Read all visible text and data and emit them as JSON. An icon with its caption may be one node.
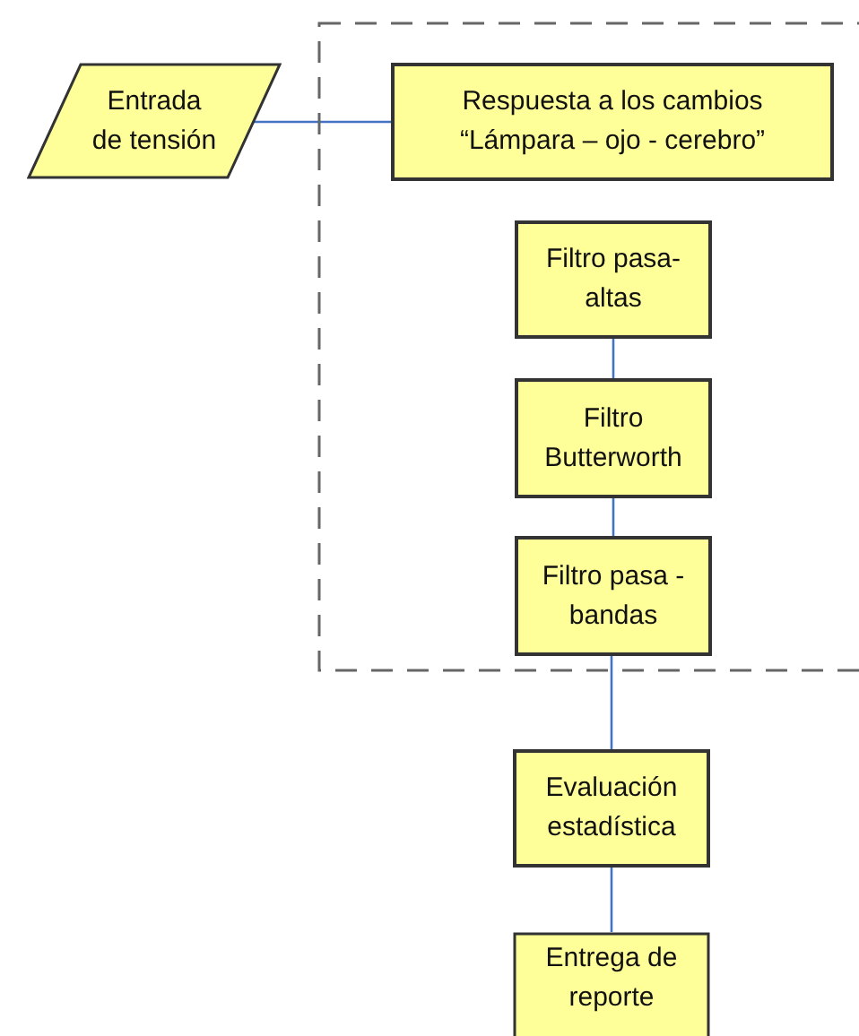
{
  "diagram": {
    "nodes": [
      {
        "text": [],
        "shape": "box"
      },
      {
        "text": [
          "Entrada de tensión"
        ]
      },
      {
        "text": [
          "Respuesta a los cambios “Lámpara – ojo - cerebro”"
        ],
        "in": 0
      },
      {
        "text": [
          "Filtro pasa-altas"
        ],
        "in": 0
      },
      {
        "text": [
          "Filtro Butterworth"
        ],
        "in": 0
      },
      {
        "text": [
          "Filtro pasa - bandas"
        ],
        "in": 0
      },
      {
        "text": [
          "Evaluación estadística"
        ]
      },
      {
        "text": [
          "Entrega de reporte"
        ]
      }
    ],
    "edges": [
      {
        "from": 1,
        "to": 2,
        "arrow": "none"
      },
      {
        "from": 3,
        "to": 4,
        "arrow": "none"
      },
      {
        "from": 4,
        "to": 5,
        "arrow": "none"
      },
      {
        "from": 5,
        "to": 6,
        "arrow": "none"
      },
      {
        "from": 6,
        "to": 7,
        "arrow": "none"
      }
    ]
  }
}
